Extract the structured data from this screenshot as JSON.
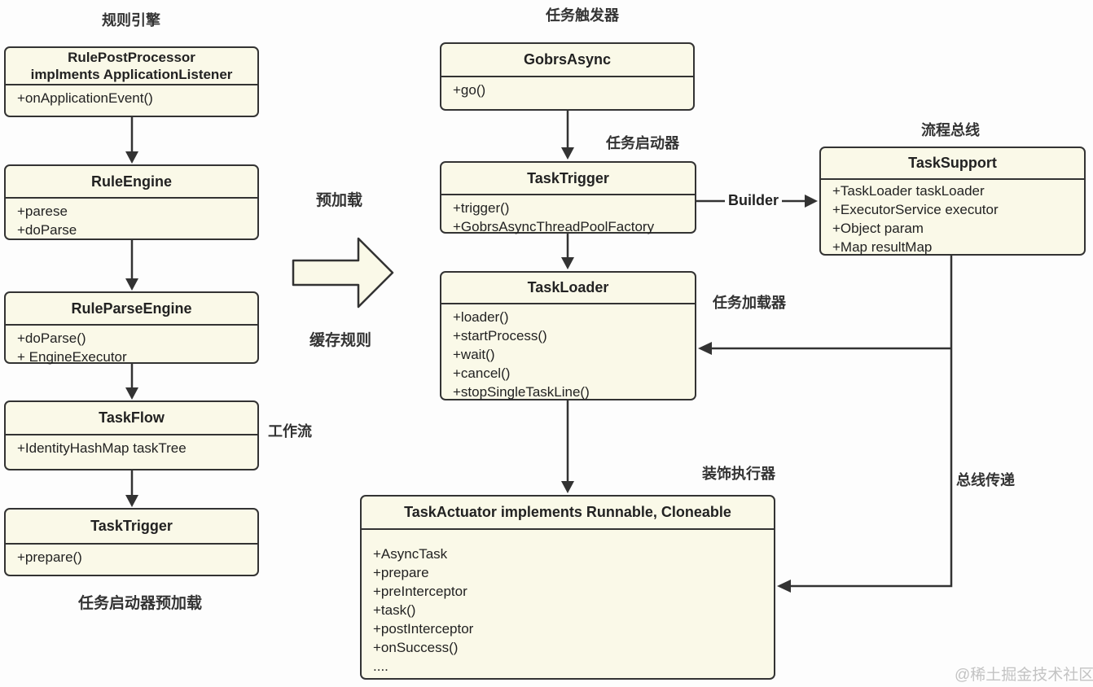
{
  "colors": {
    "box_fill": "#faf9e8",
    "box_border": "#333333",
    "background": "#fdfdfd",
    "text": "#222222",
    "watermark": "#c3c3c3"
  },
  "diagram": {
    "group_labels": {
      "rule_engine": "规则引擎",
      "task_trigger": "任务触发器",
      "flow_bus": "流程总线"
    },
    "annotations": {
      "preload": "预加载",
      "cache_rules": "缓存规则",
      "task_starter": "任务启动器",
      "workflow": "工作流",
      "task_loader": "任务加载器",
      "decorator_executor": "装饰执行器",
      "bus_transfer": "总线传递",
      "task_starter_preload": "任务启动器预加载",
      "builder": "Builder"
    },
    "watermark": "@稀土掘金技术社区",
    "classes": {
      "rule_post_processor": {
        "title_line1": "RulePostProcessor",
        "title_line2": "implments ApplicationListener",
        "members": [
          "+onApplicationEvent()"
        ]
      },
      "rule_engine": {
        "title": "RuleEngine",
        "members": [
          "+parese",
          "+doParse"
        ]
      },
      "rule_parse_engine": {
        "title": "RuleParseEngine",
        "members": [
          "+doParse()",
          "+ EngineExecutor"
        ]
      },
      "task_flow": {
        "title": "TaskFlow",
        "members": [
          "+IdentityHashMap taskTree"
        ]
      },
      "task_trigger_left": {
        "title": "TaskTrigger",
        "members": [
          "+prepare()"
        ]
      },
      "gobrs_async": {
        "title": "GobrsAsync",
        "members": [
          "+go()"
        ]
      },
      "task_trigger_mid": {
        "title": "TaskTrigger",
        "members": [
          "+trigger()",
          "+GobrsAsyncThreadPoolFactory"
        ]
      },
      "task_loader": {
        "title": "TaskLoader",
        "members": [
          "+loader()",
          "+startProcess()",
          "+wait()",
          "+cancel()",
          "+stopSingleTaskLine()"
        ]
      },
      "task_support": {
        "title": "TaskSupport",
        "members": [
          "+TaskLoader taskLoader",
          "+ExecutorService executor",
          "+Object param",
          "+Map resultMap"
        ]
      },
      "task_actuator": {
        "title": "TaskActuator implements Runnable, Cloneable",
        "members": [
          "+AsyncTask",
          "+prepare",
          "+preInterceptor",
          "+task()",
          "+postInterceptor",
          "+onSuccess()",
          "...."
        ]
      }
    }
  }
}
